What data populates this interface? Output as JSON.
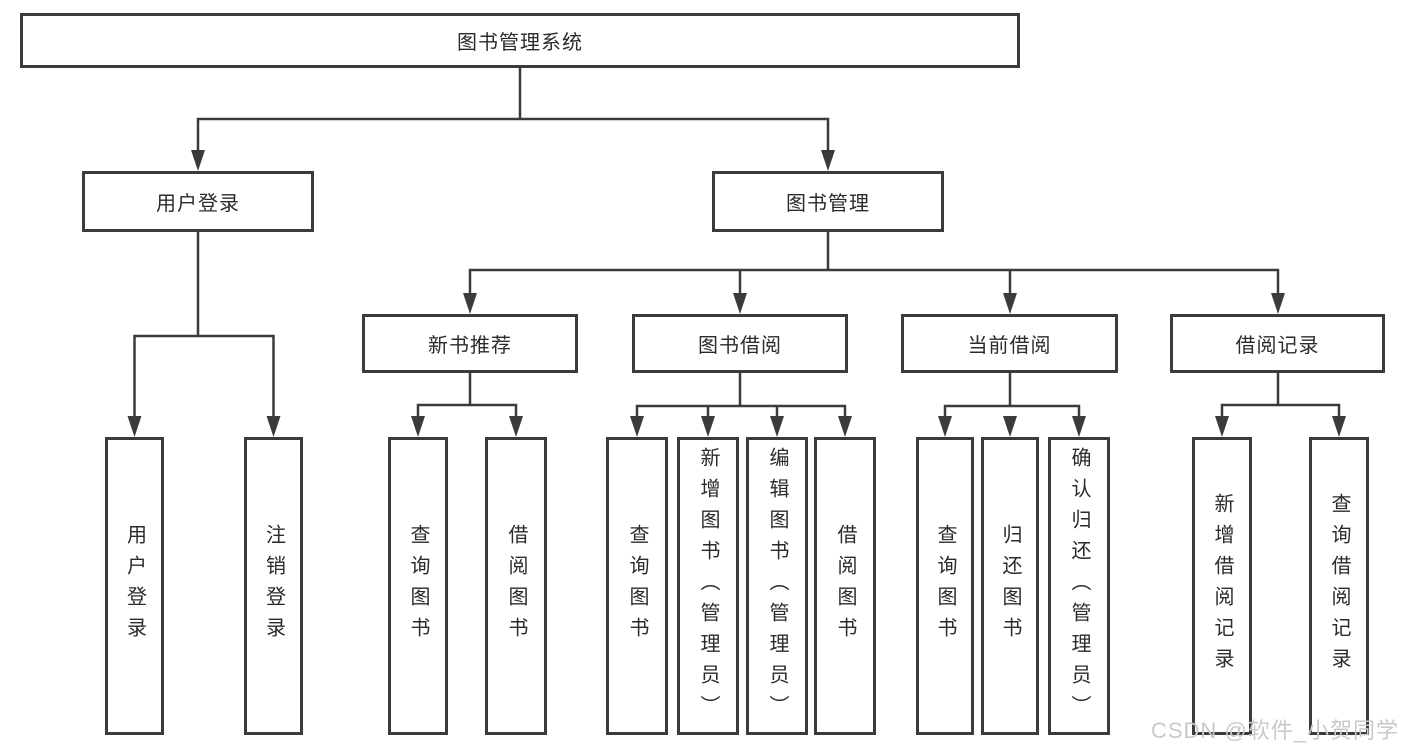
{
  "nodes": {
    "root": {
      "label": "图书管理系统"
    },
    "level2": [
      {
        "label": "用户登录"
      },
      {
        "label": "图书管理"
      }
    ],
    "level3": [
      {
        "label": "新书推荐"
      },
      {
        "label": "图书借阅"
      },
      {
        "label": "当前借阅"
      },
      {
        "label": "借阅记录"
      }
    ],
    "leaves": [
      {
        "label": "用户登录"
      },
      {
        "label": "注销登录"
      },
      {
        "label": "查询图书"
      },
      {
        "label": "借阅图书"
      },
      {
        "label": "查询图书"
      },
      {
        "label": "新增图书（管理员）"
      },
      {
        "label": "编辑图书（管理员）"
      },
      {
        "label": "借阅图书"
      },
      {
        "label": "查询图书"
      },
      {
        "label": "归还图书"
      },
      {
        "label": "确认归还（管理员）"
      },
      {
        "label": "新增借阅记录"
      },
      {
        "label": "查询借阅记录"
      }
    ]
  },
  "watermark": "CSDN @软件_小贺同学",
  "colors": {
    "line": "#3b3b3b",
    "text": "#2b2b2b",
    "watermark": "#c9c9c9",
    "background": "#ffffff"
  }
}
